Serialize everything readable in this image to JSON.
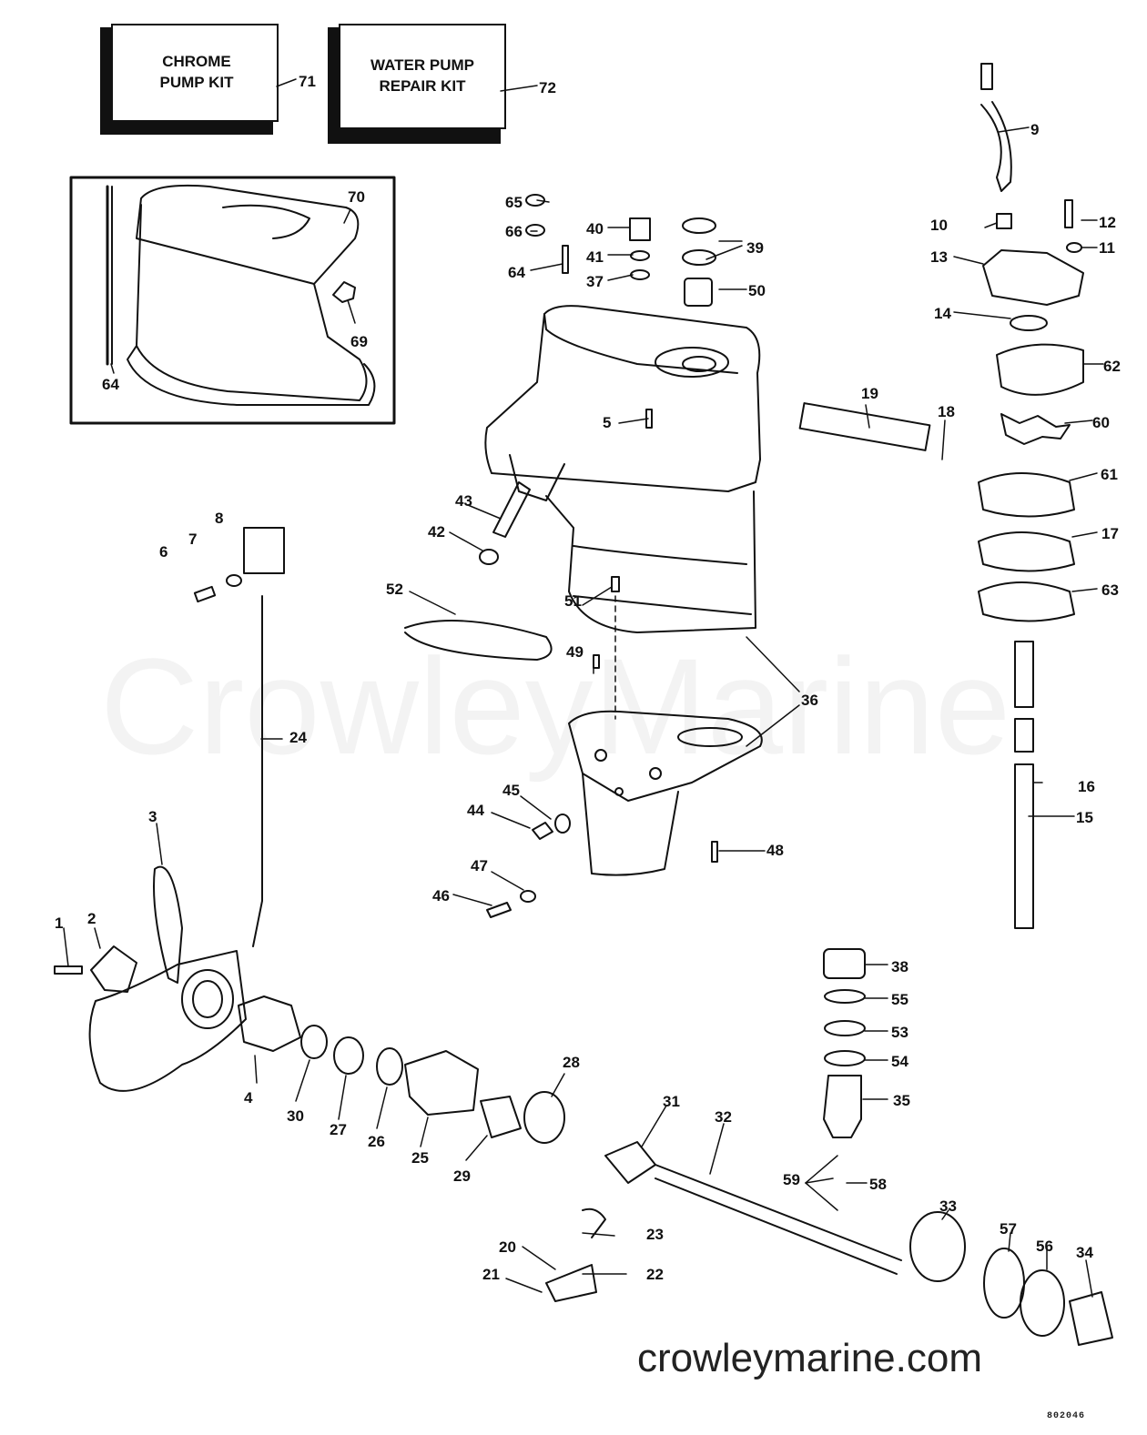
{
  "kits": {
    "chrome": {
      "line1": "CHROME",
      "line2": "PUMP KIT",
      "number": "71"
    },
    "waterpump": {
      "line1": "WATER PUMP",
      "line2": "REPAIR KIT",
      "number": "72"
    }
  },
  "part_labels": [
    "1",
    "2",
    "3",
    "4",
    "5",
    "6",
    "7",
    "8",
    "9",
    "10",
    "11",
    "12",
    "13",
    "14",
    "15",
    "16",
    "17",
    "18",
    "19",
    "20",
    "21",
    "22",
    "23",
    "24",
    "25",
    "26",
    "27",
    "28",
    "29",
    "30",
    "31",
    "32",
    "33",
    "34",
    "35",
    "36",
    "37",
    "38",
    "39",
    "40",
    "41",
    "42",
    "43",
    "44",
    "45",
    "46",
    "47",
    "48",
    "49",
    "50",
    "51",
    "52",
    "53",
    "54",
    "55",
    "56",
    "57",
    "58",
    "59",
    "60",
    "61",
    "62",
    "63",
    "64",
    "64",
    "65",
    "66",
    "69",
    "70"
  ],
  "watermark": "CrowleyMarine",
  "website": "crowleymarine.com",
  "drawing_number": "802046",
  "colors": {
    "line": "#111111",
    "watermark": "#000000"
  }
}
